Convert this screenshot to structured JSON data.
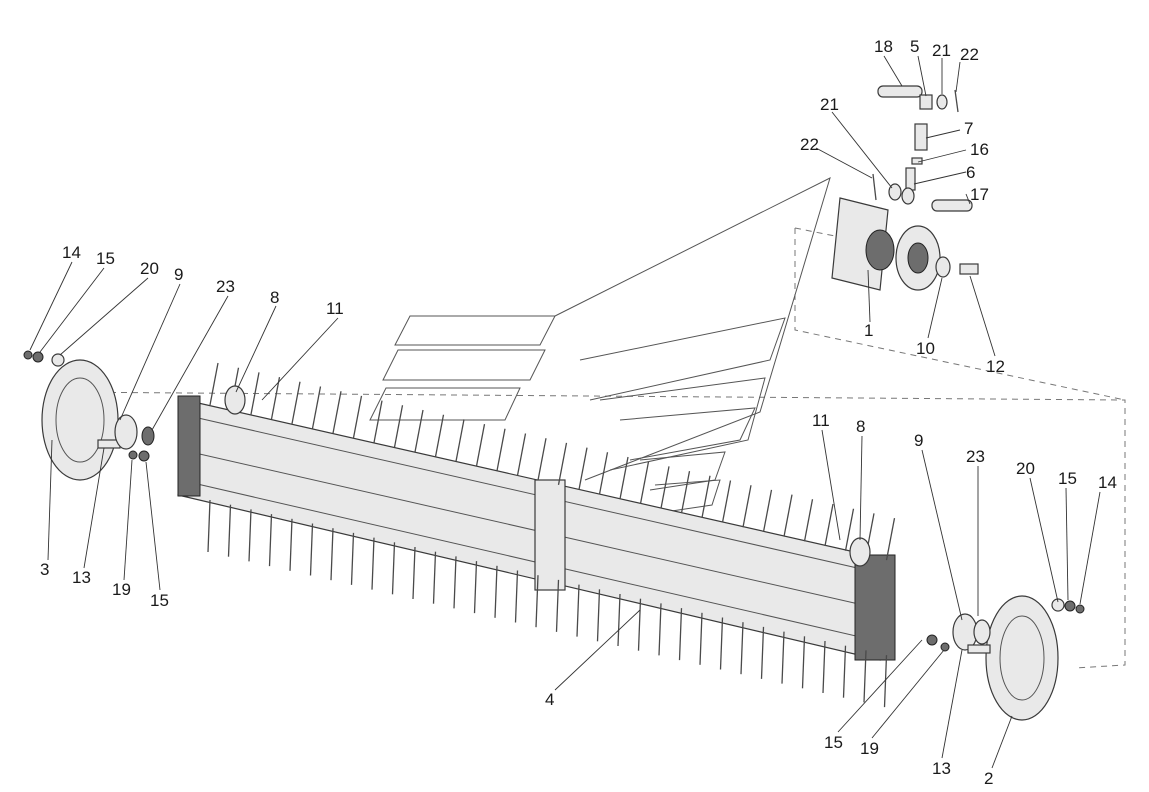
{
  "labels": {
    "l1": "1",
    "l2": "2",
    "l3": "3",
    "l4": "4",
    "l5": "5",
    "l6": "6",
    "l7": "7",
    "l8a": "8",
    "l8b": "8",
    "l9a": "9",
    "l9b": "9",
    "l10": "10",
    "l11a": "11",
    "l11b": "11",
    "l12": "12",
    "l13a": "13",
    "l13b": "13",
    "l14a": "14",
    "l14b": "14",
    "l15a": "15",
    "l15b": "15",
    "l15c": "15",
    "l15d": "15",
    "l16": "16",
    "l17": "17",
    "l18": "18",
    "l19a": "19",
    "l19b": "19",
    "l20a": "20",
    "l20b": "20",
    "l21a": "21",
    "l21b": "21",
    "l22a": "22",
    "l22b": "22",
    "l23a": "23",
    "l23b": "23"
  },
  "colors": {
    "line": "#3a3a3a",
    "fill": "#e9e9e9",
    "dark": "#6d6d6d"
  }
}
